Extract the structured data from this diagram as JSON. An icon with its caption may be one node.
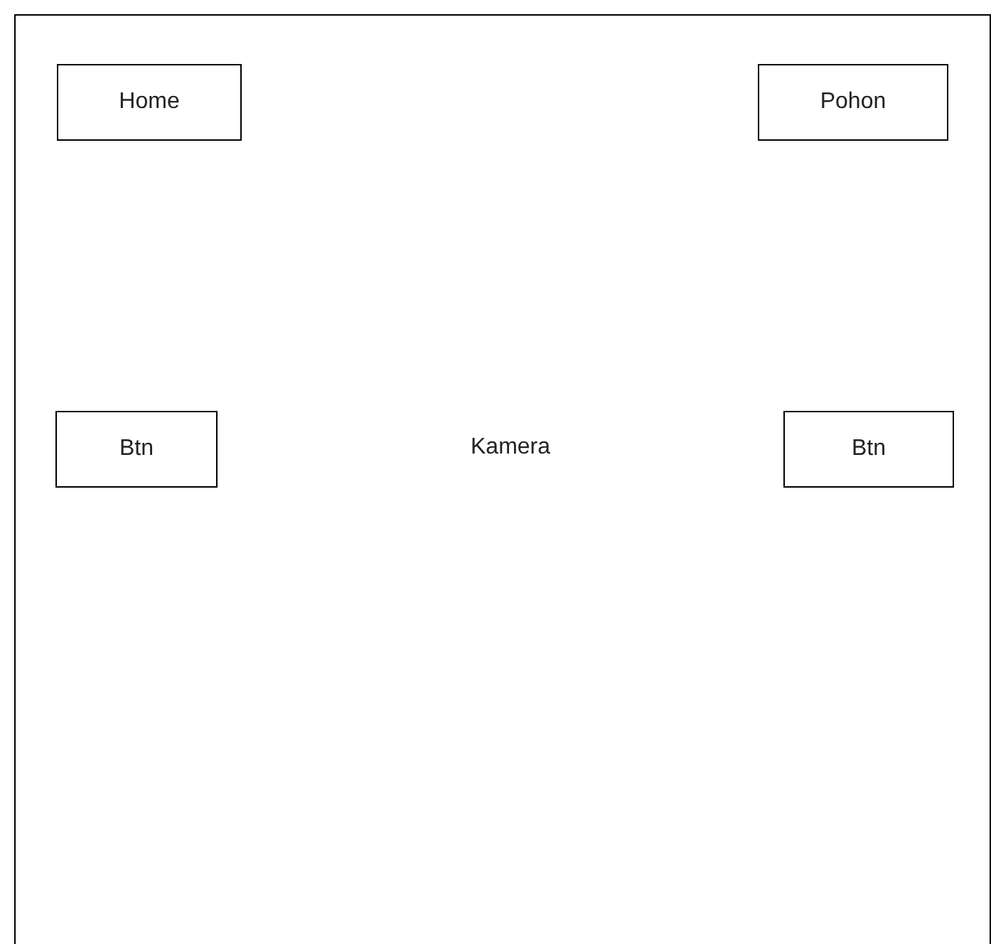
{
  "diagram": {
    "nodes": [
      {
        "text": [],
        "shape": "box"
      },
      {
        "text": [
          "Home"
        ],
        "in": 0
      },
      {
        "text": [
          "Pohon"
        ],
        "in": 0
      },
      {
        "text": [
          "Btn"
        ],
        "in": 0
      },
      {
        "text": [
          "Btn"
        ],
        "in": 0
      }
    ],
    "labels": [
      "Kamera"
    ]
  }
}
